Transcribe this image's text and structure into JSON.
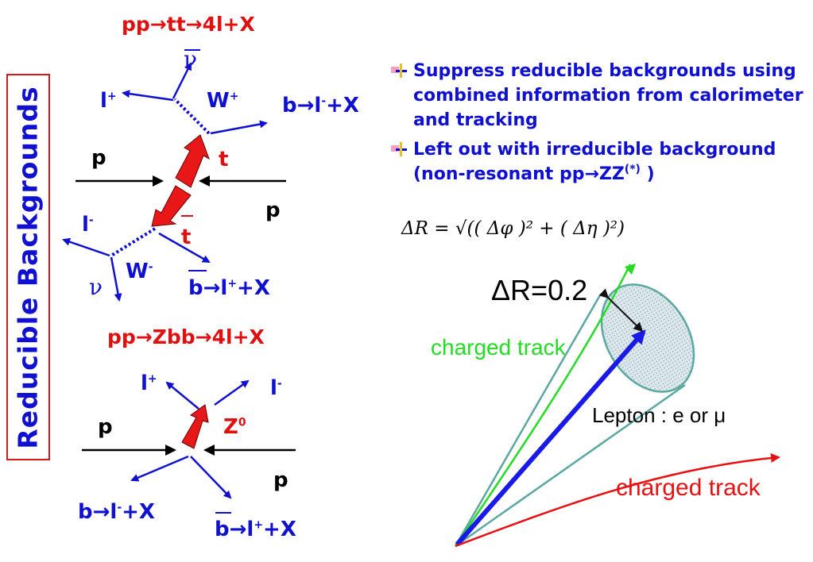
{
  "ttbar": {
    "title": "pp→tt→4l+X",
    "nubar": "ν",
    "lplus": "l",
    "lplus_sup": "+",
    "wplus": "W",
    "wplus_sup": "+",
    "b_decay": "b→l",
    "b_decay_sup": "-",
    "b_decay_tail": "+X",
    "p_left": "p",
    "t_label": "t",
    "p_right": "p",
    "lminus": "l",
    "lminus_sup": "-",
    "tbar_label": "t",
    "wminus": "W",
    "wminus_sup": "-",
    "nu": "ν",
    "bbar_decay": "b→l",
    "bbar_decay_sup": "+",
    "bbar_decay_tail": "+X"
  },
  "zbb": {
    "title": "pp→Zbb→4l+X",
    "lplus": "l",
    "lplus_sup": "+",
    "lminus": "l",
    "lminus_sup": "-",
    "p_left": "p",
    "z_label": "Z",
    "z_sup": "0",
    "p_right": "p",
    "b_decay": "b→l",
    "b_decay_sup": "-",
    "b_decay_tail": "+X",
    "bbar_decay": "b→l",
    "bbar_decay_sup": "+",
    "bbar_decay_tail": "+X"
  },
  "side_title": "Reducible Backgrounds",
  "bullets": [
    {
      "text": "Suppress reducible backgrounds using combined information from calorimeter and tracking"
    },
    {
      "text_main": "Left out with irreducible background (non-resonant pp→ZZ",
      "text_sup": "(*)",
      "text_end": ")"
    }
  ],
  "formula": "ΔR = √(( Δφ )² + ( Δη )²)",
  "cone": {
    "delta_r": "ΔR=0.2",
    "charged_track_green": "charged track",
    "lepton": "Lepton : e or μ",
    "charged_track_red": "charged track"
  },
  "colors": {
    "blue": "#1010d0",
    "red": "#e01010",
    "green": "#22dd22",
    "cone": "#5aa8a0"
  }
}
